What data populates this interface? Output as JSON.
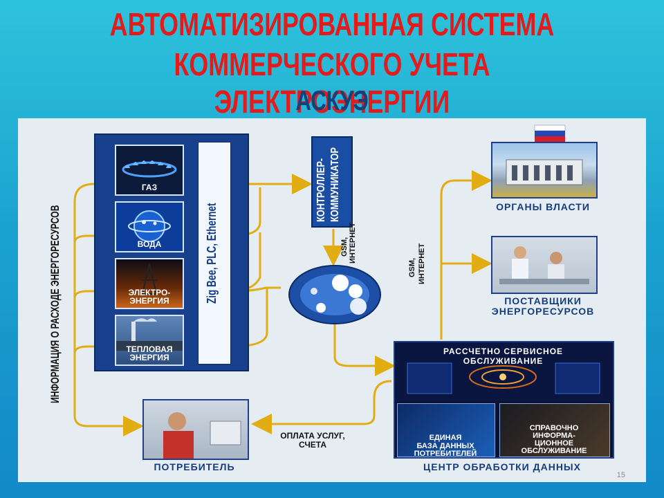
{
  "title": {
    "line1": "АВТОМАТИЗИРОВАННАЯ СИСТЕМА",
    "line2": "КОММЕРЧЕСКОГО УЧЕТА ЭЛЕКТРОЭНЕРГИИ",
    "line3": "АСКУЭ"
  },
  "diagram": {
    "left_label": "ИНФОРМАЦИЯ О РАСХОДЕ ЭНЕРГОРЕСУРСОВ",
    "bus_label": "Zig Bee, PLC, Ethernet",
    "resources": [
      {
        "label": "ГАЗ",
        "icon": "gas-flame-icon"
      },
      {
        "label": "ВОДА",
        "icon": "water-icon"
      },
      {
        "label": "ЭЛЕКТРО-\nЭНЕРГИЯ",
        "label_l1": "ЭЛЕКТРО-",
        "label_l2": "ЭНЕРГИЯ",
        "icon": "power-tower-icon"
      },
      {
        "label": "ТЕПЛОВАЯ\nЭНЕРГИЯ",
        "label_l1": "ТЕПЛОВАЯ",
        "label_l2": "ЭНЕРГИЯ",
        "icon": "factory-chimney-icon"
      }
    ],
    "controller": {
      "line1": "КОНТРОЛЛЕР-",
      "line2": "КОММУНИКАТОР"
    },
    "gsm_label_1": {
      "line1": "GSM,",
      "line2": "ИНТЕРНЕТ"
    },
    "gsm_label_2": {
      "line1": "GSM,",
      "line2": "ИНТЕРНЕТ"
    },
    "authorities": "ОРГАНЫ ВЛАСТИ",
    "suppliers": {
      "line1": "ПОСТАВЩИКИ",
      "line2": "ЭНЕРГОРЕСУРСОВ"
    },
    "service": {
      "line1": "РАССЧЕТНО СЕРВИСНОЕ",
      "line2": "ОБСЛУЖИВАНИЕ"
    },
    "database": {
      "line1": "ЕДИНАЯ",
      "line2": "БАЗА ДАННЫХ",
      "line3": "ПОТРЕБИТЕЛЕЙ"
    },
    "info_service": {
      "line1": "СПРАВОЧНО",
      "line2": "ИНФОРМА-",
      "line3": "ЦИОННОЕ",
      "line4": "ОБСЛУЖИВАНИЕ"
    },
    "processing_center": "ЦЕНТР ОБРАБОТКИ ДАННЫХ",
    "consumer": "ПОТРЕБИТЕЛЬ",
    "payment": {
      "line1": "ОПЛАТА УСЛУГ,",
      "line2": "СЧЕТА"
    }
  },
  "page_number": "15",
  "colors": {
    "title_red": "#e21c1c",
    "title_blue": "#15407a",
    "connector": "#e2ad12",
    "panel_blue": "#17418c"
  }
}
